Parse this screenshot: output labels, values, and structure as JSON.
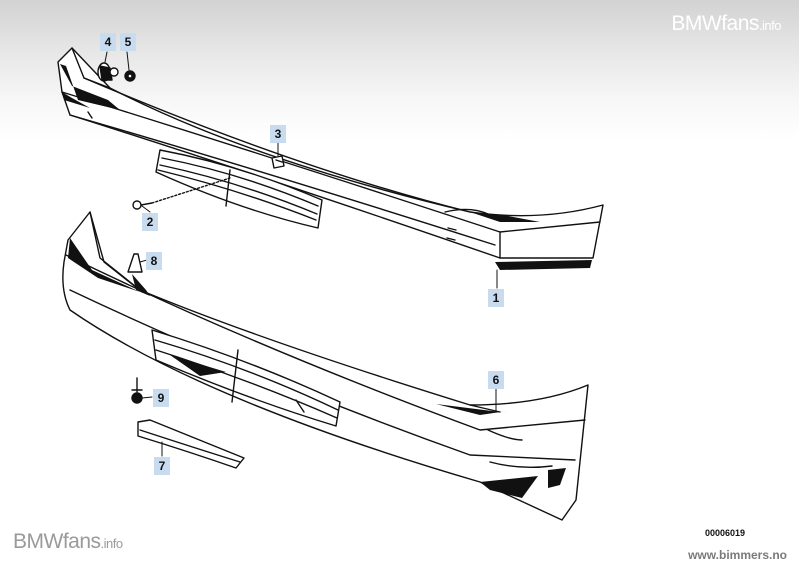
{
  "watermark": {
    "brand": "BMWfans",
    "suffix": ".info"
  },
  "footer": {
    "diagram_id": "00006019",
    "site": "www.bimmers.no"
  },
  "callouts": [
    "1",
    "2",
    "3",
    "4",
    "5",
    "6",
    "7",
    "8",
    "9"
  ]
}
